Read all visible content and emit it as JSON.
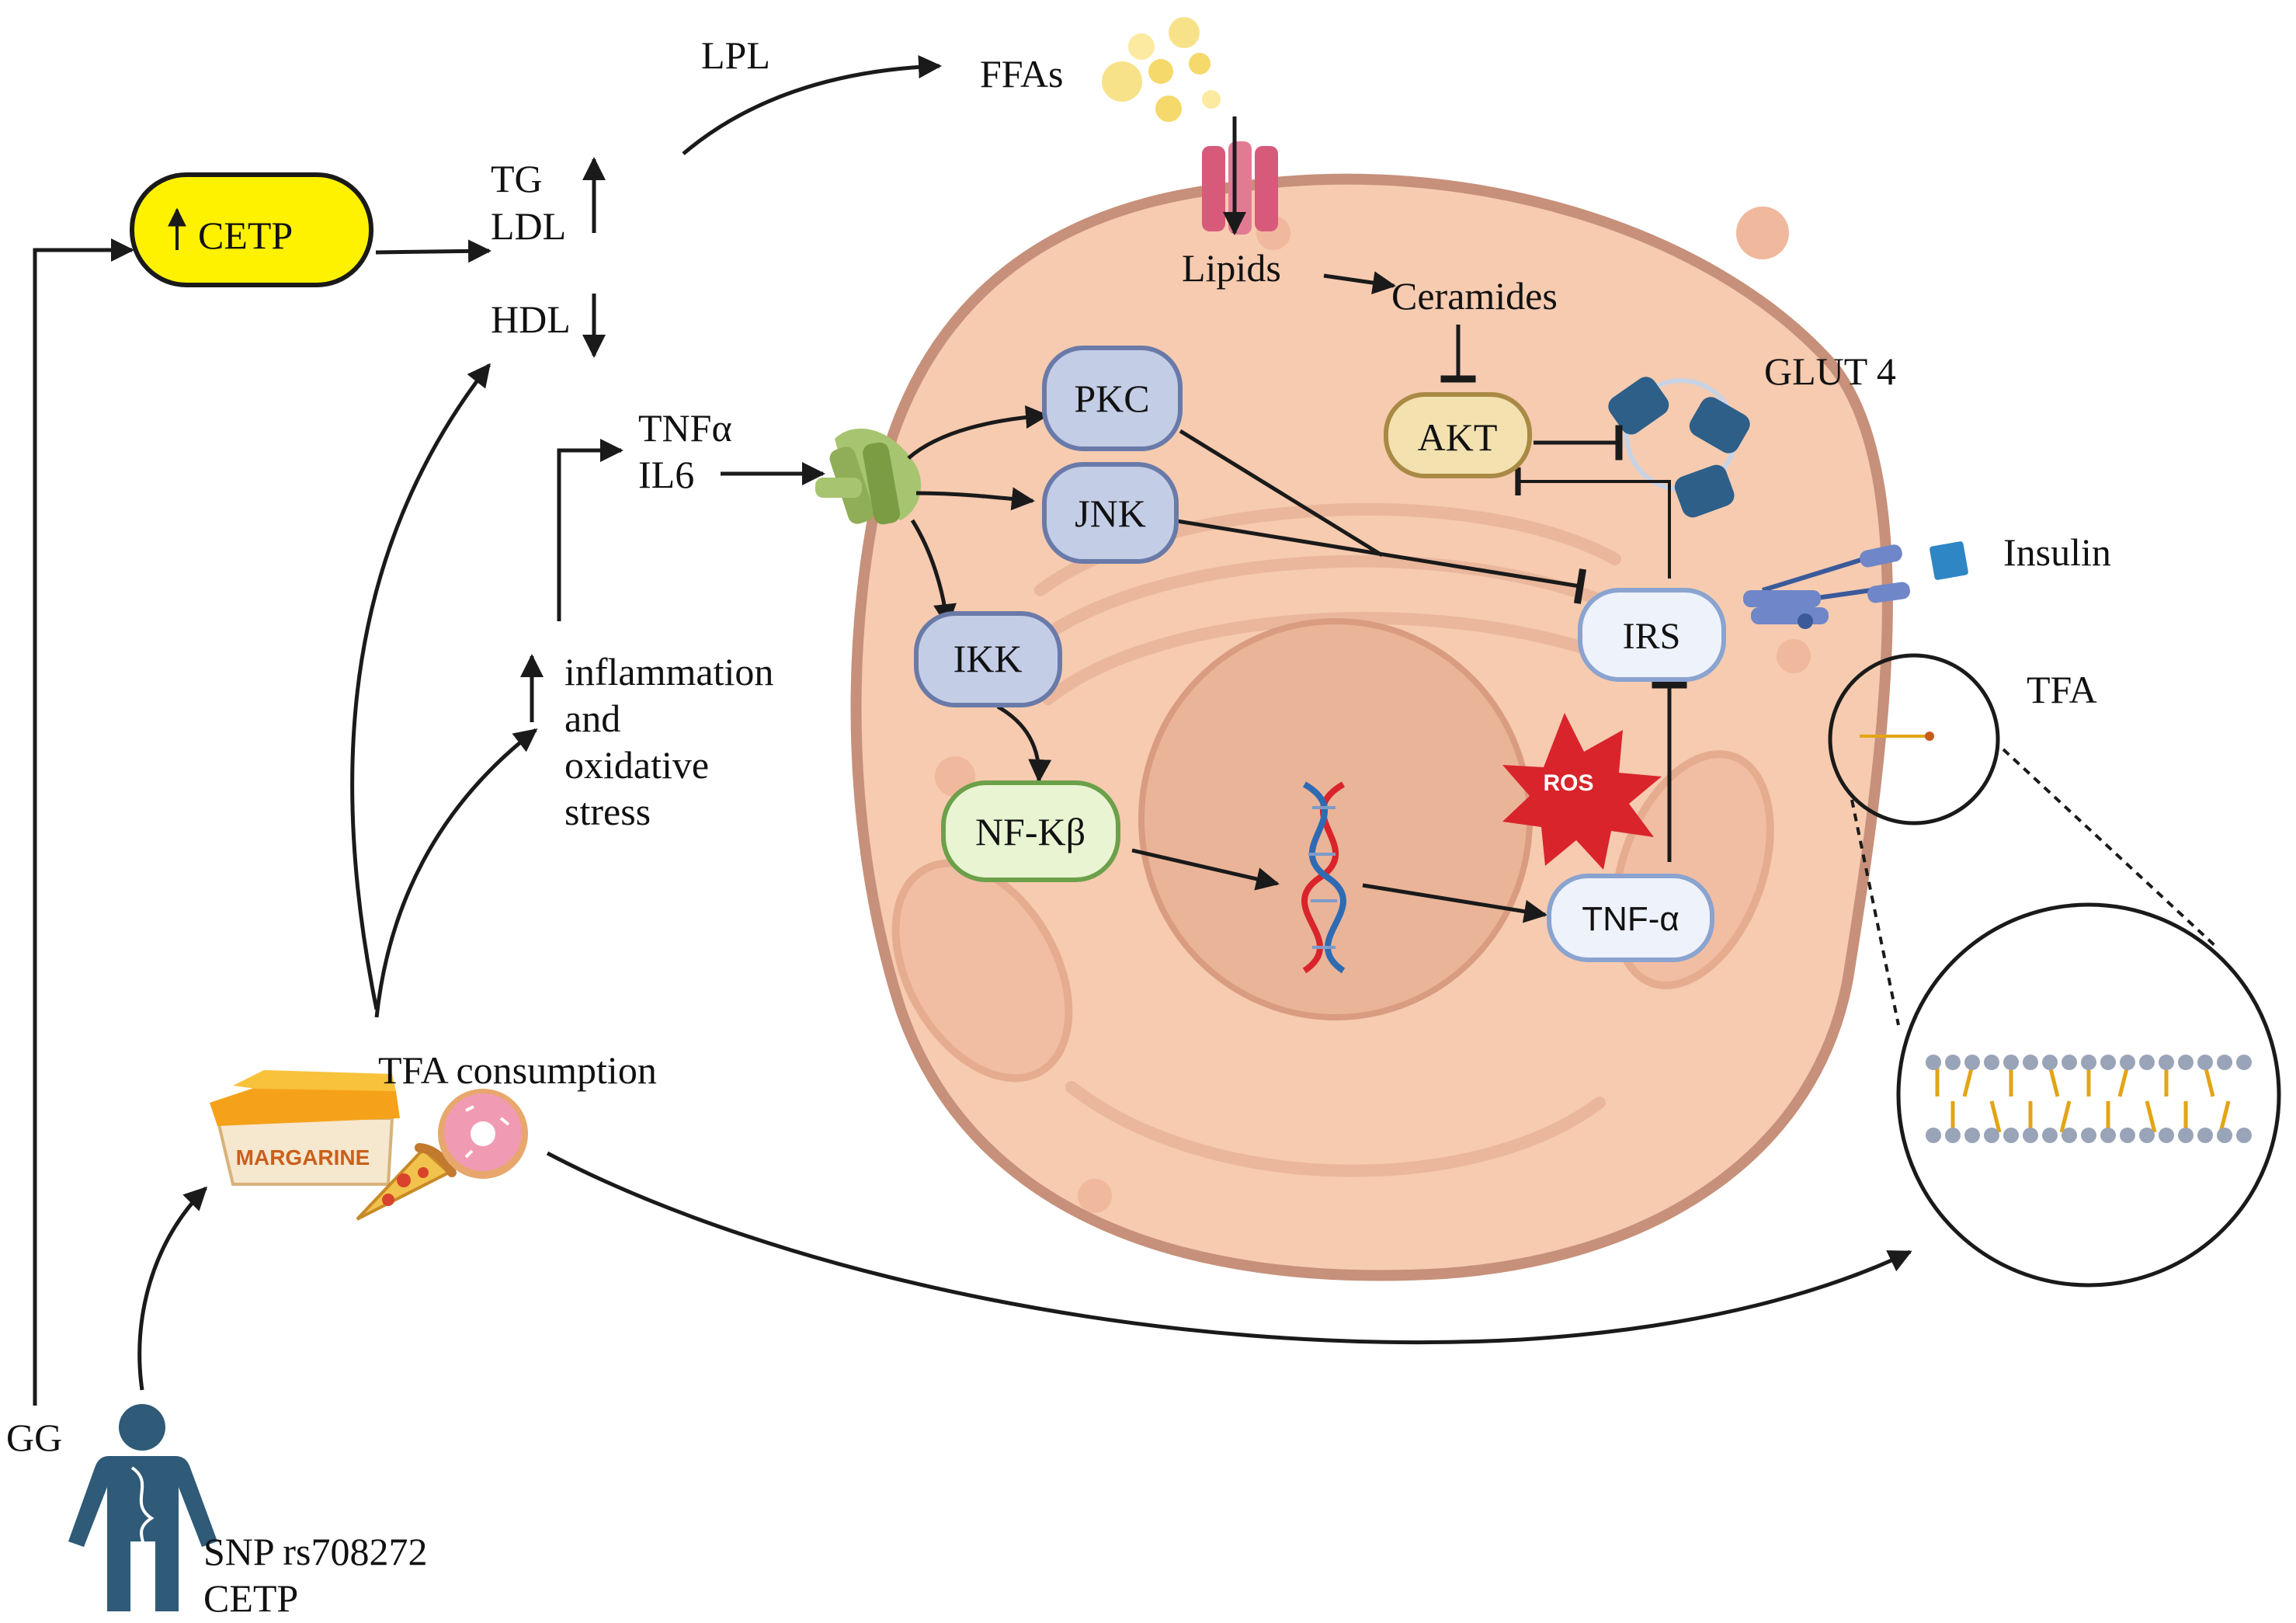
{
  "labels": {
    "lpl": "LPL",
    "ffas": "FFAs",
    "tg": "TG",
    "ldl": "LDL",
    "hdl": "HDL",
    "cetp_box": "CETP",
    "lipids": "Lipids",
    "ceramides": "Ceramides",
    "glut4": "GLUT 4",
    "akt": "AKT",
    "pkc": "PKC",
    "jnk": "JNK",
    "ikk": "IKK",
    "nfkb": "NF-Kβ",
    "irs": "IRS",
    "insulin": "Insulin",
    "tfa": "TFA",
    "ros": "ROS",
    "tnf_alpha_cell": "TNF-α",
    "tnfa": "TNFα",
    "il6": "IL6",
    "inflammation": "inflammation",
    "and": "and",
    "oxidative": "oxidative",
    "stress": "stress",
    "tfa_consumption": "TFA consumption",
    "margarine": "MARGARINE",
    "gg": "GG",
    "snp": "SNP rs708272",
    "cetp_gene": "CETP"
  },
  "colors": {
    "cetp_fill": "#fff200",
    "cell_fill": "#f6cbb0",
    "cell_border": "#c7907a",
    "kinase_fill": "#c3cde6",
    "kinase_border": "#6a7aa8",
    "akt_fill": "#f3e1b0",
    "akt_border": "#a98a45",
    "nfkb_fill": "#e8f4d2",
    "nfkb_border": "#6ca04a",
    "irs_fill": "#edf2fb",
    "irs_border": "#8aa3cf",
    "ros": "#d9242b",
    "person": "#2f5a78"
  }
}
